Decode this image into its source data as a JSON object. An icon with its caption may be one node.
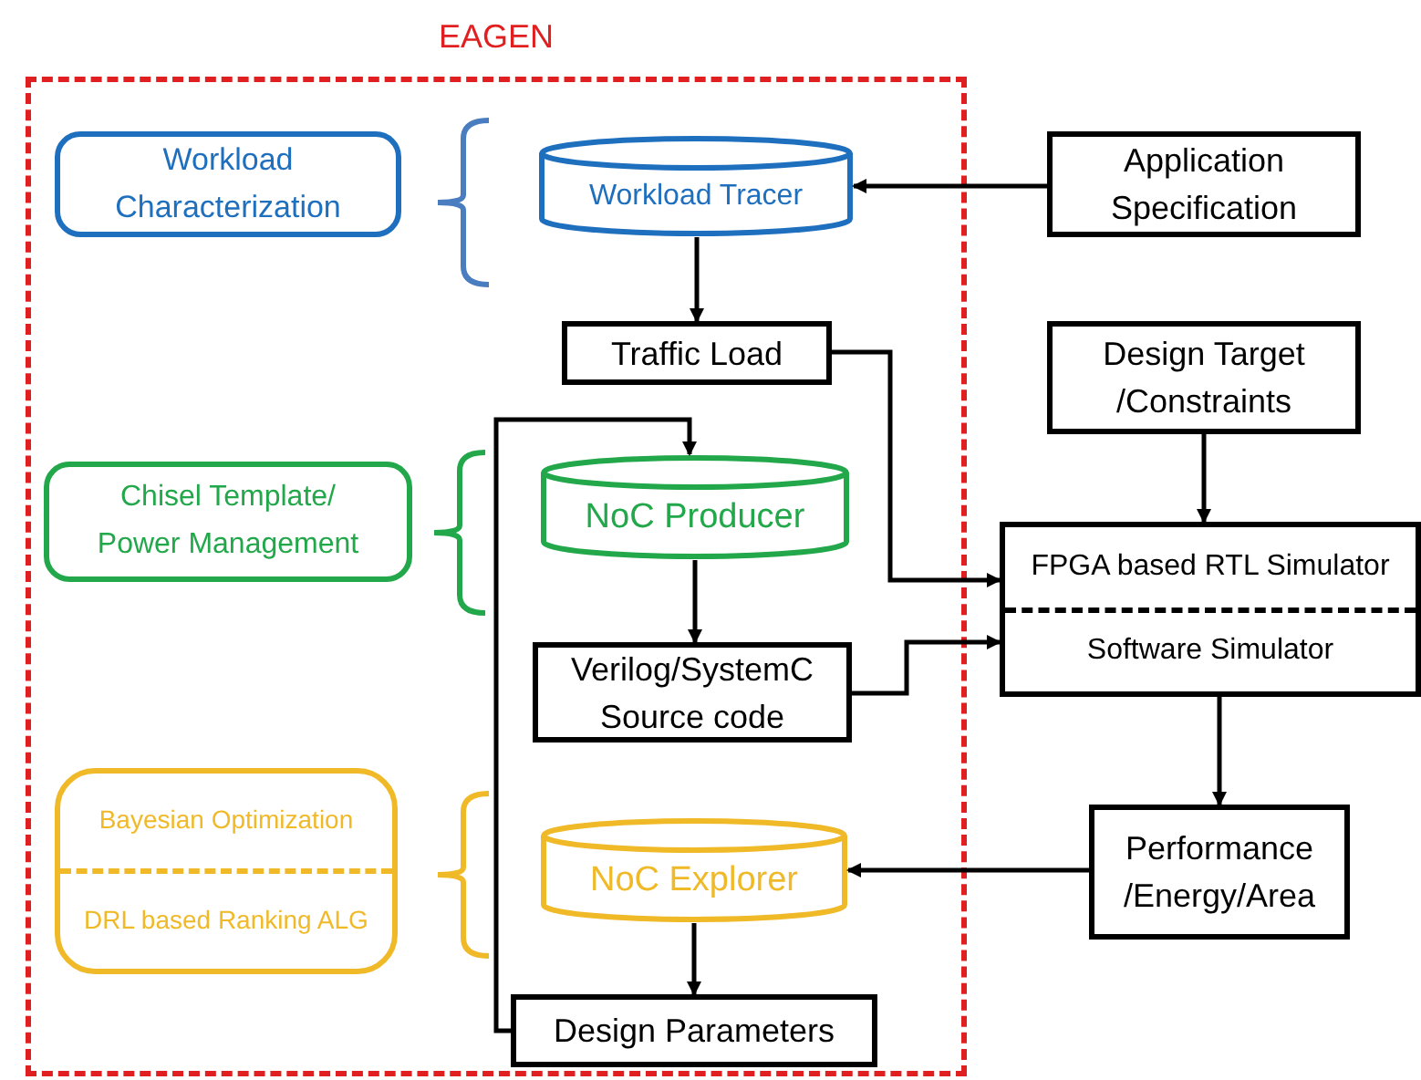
{
  "diagram": {
    "nodes": [
      {
        "text": [
          "EAGEN"
        ]
      },
      {
        "text": [
          "Workload Characterization"
        ],
        "in": 0
      },
      {
        "text": [
          "Workload Tracer"
        ],
        "in": 0
      },
      {
        "text": [
          "Traffic Load"
        ],
        "in": 0
      },
      {
        "text": [
          "Chisel Template/ Power Management"
        ],
        "in": 0
      },
      {
        "text": [
          "NoC Producer"
        ],
        "in": 0
      },
      {
        "text": [
          "Verilog/SystemC Source code"
        ],
        "in": 0
      },
      {
        "text": [
          "Bayesian Optimization",
          "DRL based Ranking ALG"
        ],
        "in": 0
      },
      {
        "text": [
          "NoC Explorer"
        ],
        "in": 0
      },
      {
        "text": [
          "Design Parameters"
        ],
        "in": 0
      },
      {
        "text": [
          "Application Specification"
        ]
      },
      {
        "text": [
          "Design Target /Constraints"
        ]
      },
      {
        "text": [
          "FPGA based RTL Simulator",
          "Software Simulator"
        ]
      },
      {
        "text": [
          "Performance /Energy/Area"
        ]
      }
    ],
    "edges": [
      {
        "from": 10,
        "to": 2,
        "arrow": "to"
      },
      {
        "from": 2,
        "to": 3,
        "arrow": "to"
      },
      {
        "from": 3,
        "to": 12,
        "arrow": "to"
      },
      {
        "from": 5,
        "to": 6,
        "arrow": "to"
      },
      {
        "from": 6,
        "to": 12,
        "arrow": "to"
      },
      {
        "from": 11,
        "to": 12,
        "arrow": "to"
      },
      {
        "from": 12,
        "to": 13,
        "arrow": "to"
      },
      {
        "from": 13,
        "to": 8,
        "arrow": "to"
      },
      {
        "from": 8,
        "to": 9,
        "arrow": "to"
      },
      {
        "from": 9,
        "to": 5,
        "arrow": "to"
      }
    ]
  }
}
